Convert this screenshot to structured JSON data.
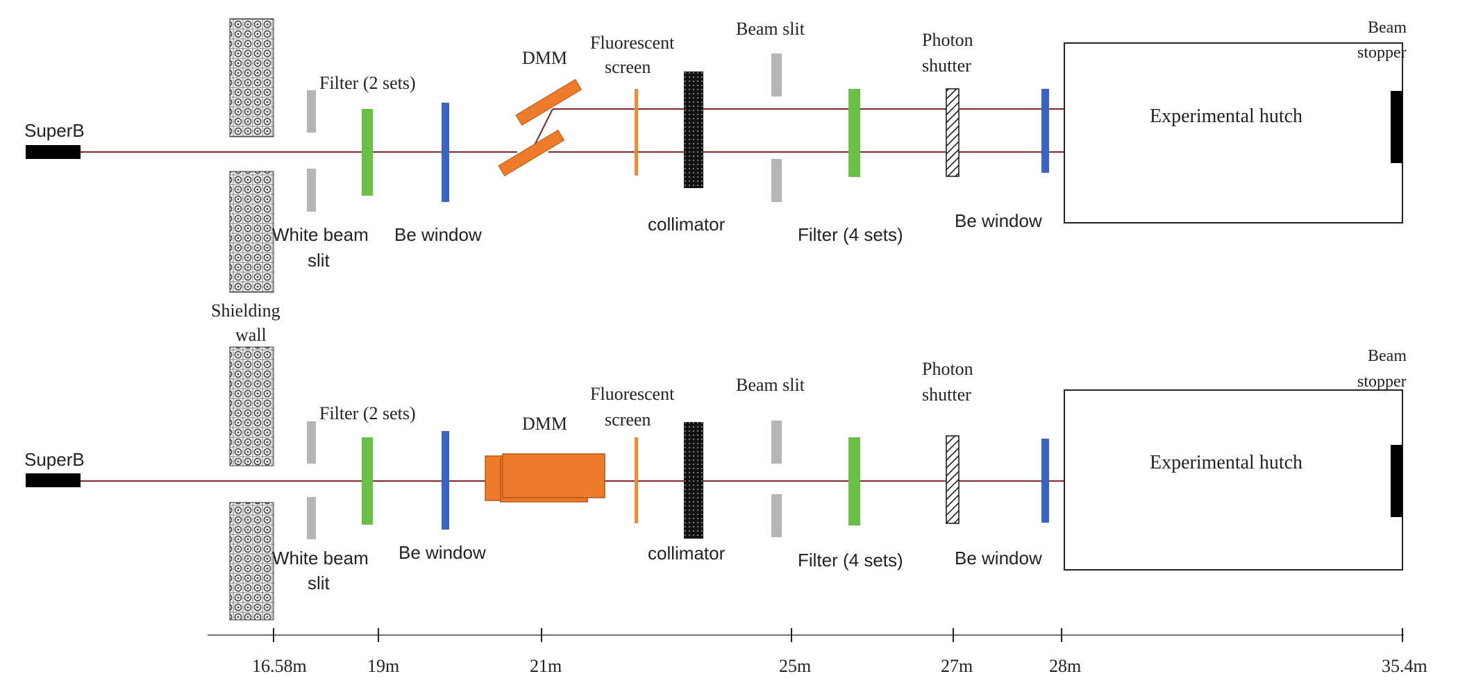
{
  "colors": {
    "beam": "#7a2a2a",
    "source": "#000000",
    "shield_dots": "#444444",
    "slit": "#b5b5b5",
    "filter": "#6abf45",
    "be_window": "#3a63c4",
    "dmm": "#ee7b2a",
    "dmm_stroke": "#b35716",
    "screen": "#ee8a3a",
    "collimator": "#1a1a1a",
    "stopper": "#000000",
    "text": "#222222"
  },
  "top": {
    "source_label": "SuperB",
    "filter_2_label": "Filter (2 sets)",
    "white_slit_label_l1": "White beam",
    "white_slit_label_l2": "slit",
    "be_window_1_label": "Be window",
    "dmm_label": "DMM",
    "screen_label_l1": "Fluorescent",
    "screen_label_l2": "screen",
    "collimator_label": "collimator",
    "beam_slit_label": "Beam slit",
    "filter_4_label": "Filter (4 sets)",
    "shutter_label_l1": "Photon",
    "shutter_label_l2": "shutter",
    "be_window_2_label": "Be window",
    "hutch_label": "Experimental  hutch",
    "stopper_label_l1": "Beam",
    "stopper_label_l2": "stopper"
  },
  "shielding_label_l1": "Shielding",
  "shielding_label_l2": "wall",
  "bottom": {
    "source_label": "SuperB",
    "filter_2_label": "Filter (2 sets)",
    "white_slit_label_l1": "White beam",
    "white_slit_label_l2": "slit",
    "be_window_1_label": "Be window",
    "dmm_label": "DMM",
    "screen_label_l1": "Fluorescent",
    "screen_label_l2": "screen",
    "collimator_label": "collimator",
    "beam_slit_label": "Beam slit",
    "filter_4_label": "Filter (4 sets)",
    "shutter_label_l1": "Photon",
    "shutter_label_l2": "shutter",
    "be_window_2_label": "Be window",
    "hutch_label": "Experimental  hutch",
    "stopper_label_l1": "Beam",
    "stopper_label_l2": "stopper"
  },
  "axis_ticks": [
    "16.58m",
    "19m",
    "21m",
    "25m",
    "27m",
    "28m",
    "35.4m"
  ]
}
